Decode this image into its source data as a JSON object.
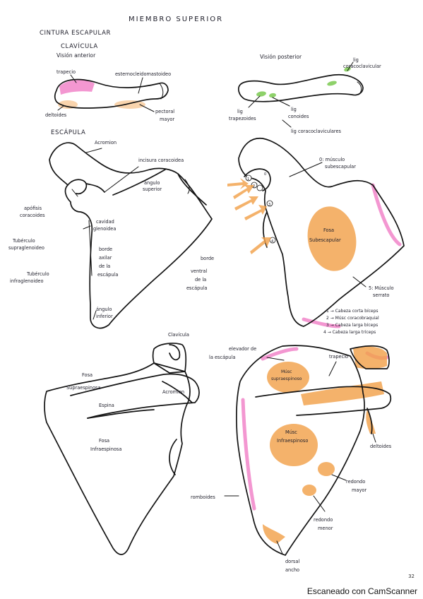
{
  "title": "MIEMBRO SUPERIOR",
  "section_girdle": "CINTURA ESCAPULAR",
  "clavicle": {
    "heading": "CLAVÍCULA",
    "anterior_view": "Visión anterior",
    "posterior_view": "Visión posterior",
    "anterior_labels": {
      "trapecio": "trapecio",
      "esternocleido": "esternocleidomastoideo",
      "deltoides": "deltoides",
      "pectoral": "pectoral",
      "mayor": "mayor"
    },
    "posterior_labels": {
      "lig_corac_1": "lig",
      "lig_corac_2": "coracoclavicular",
      "lig_trap_1": "lig",
      "lig_trap_2": "trapezoides",
      "lig_con_1": "lig",
      "lig_con_2": "conoides",
      "lig_coracoclaviculares": "lig coracoclaviculares"
    }
  },
  "scapula": {
    "heading": "ESCÁPULA",
    "labels": {
      "acromion": "Acromion",
      "incisura": "incisura coracoidea",
      "angulo_sup_1": "ángulo",
      "angulo_sup_2": "superior",
      "apofisis_1": "apófisis",
      "apofisis_2": "coracoides",
      "cavidad_1": "cavidad",
      "cavidad_2": "glenoidea",
      "tub_supra_1": "Tubérculo",
      "tub_supra_2": "supraglenoideo",
      "borde_axilar_1": "borde",
      "borde_axilar_2": "axilar",
      "borde_axilar_3": "de la",
      "borde_axilar_4": "escápula",
      "borde_ventral_1": "borde",
      "borde_ventral_2": "ventral",
      "borde_ventral_3": "de la",
      "borde_ventral_4": "escápula",
      "tub_infra_1": "Tubérculo",
      "tub_infra_2": "infraglenoideo",
      "angulo_inf_1": "ángulo",
      "angulo_inf_2": "inferior"
    },
    "anterior_muscles": {
      "subesc_1": "0: músculo",
      "subesc_2": "subescapular",
      "fosa_1": "Fosa",
      "fosa_2": "Subescapular",
      "serrato_1": "5: Músculo",
      "serrato_2": "serrato",
      "legend": [
        "1 → Cabeza corta bíceps",
        "2 → Músc coracobraquial",
        "3 → Cabeza larga bíceps",
        "4 → Cabeza larga tríceps"
      ],
      "markers": [
        "0",
        "1",
        "2",
        "3",
        "4"
      ]
    },
    "posterior_labels": {
      "clavicula": "Clavícula",
      "fosa_supra_1": "Fosa",
      "fosa_supra_2": "Supraespinosa",
      "acromion": "Acromion",
      "espina": "Espina",
      "fosa_infra_1": "Fosa",
      "fosa_infra_2": "Infraespinosa"
    },
    "posterior_muscles": {
      "elevador_1": "elevador de",
      "elevador_2": "la escápula",
      "trapecio": "trapecio",
      "supra_1": "Músc",
      "supra_2": "supraespinoso",
      "infra_1": "Músc",
      "infra_2": "Infraespinoso",
      "deltoides": "deltoides",
      "romboides": "romboides",
      "red_menor_1": "redondo",
      "red_menor_2": "menor",
      "red_mayor_1": "redondo",
      "red_mayor_2": "mayor",
      "dorsal_1": "dorsal",
      "dorsal_2": "ancho"
    }
  },
  "page_number": "32",
  "footer": "Escaneado con CamScanner",
  "colors": {
    "pink": "#f07ac4",
    "orange": "#f2a14a",
    "green": "#8ed16a",
    "ink": "#141414"
  }
}
